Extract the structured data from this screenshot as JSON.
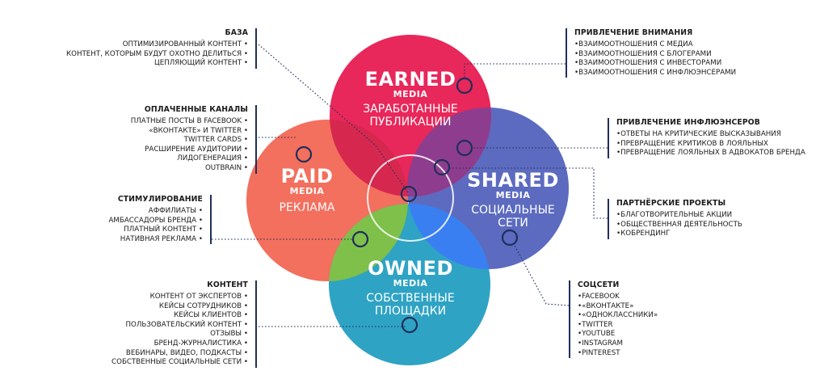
{
  "circles": {
    "earned": {
      "title": "EARNED",
      "subtitle": "MEDIA",
      "name_lines": [
        "ЗАРАБОТАННЫЕ",
        "ПУБЛИКАЦИИ"
      ],
      "color": "#e8275a"
    },
    "paid": {
      "title": "PAID",
      "subtitle": "MEDIA",
      "name": "РЕКЛАМА",
      "color": "#f36f5e"
    },
    "shared": {
      "title": "SHARED",
      "subtitle": "MEDIA",
      "name_lines": [
        "СОЦИАЛЬНЫЕ",
        "СЕТИ"
      ],
      "color": "#5c6bc0"
    },
    "owned": {
      "title": "OWNED",
      "subtitle": "MEDIA",
      "name_lines": [
        "СОБСТВЕННЫЕ",
        "ПЛОЩАДКИ"
      ],
      "color": "#2fa3c4"
    }
  },
  "colors": {
    "line": "#1f2f5a",
    "overlap_paid_owned": "#7ec04a",
    "overlap_shared_owned": "#3a7ff2",
    "overlap_earned_paid": "#d6284f",
    "overlap_earned_shared": "#8e3d8e"
  },
  "left_blocks": [
    {
      "heading": "БАЗА",
      "items": [
        "ОПТИМИЗИРОВАННЫЙ КОНТЕНТ",
        "КОНТЕНТ, КОТОРЫМ БУДУТ ОХОТНО ДЕЛИТЬСЯ",
        "ЦЕПЛЯЮЩИЙ КОНТЕНТ"
      ]
    },
    {
      "heading": "ОПЛАЧЕННЫЕ КАНАЛЫ",
      "items": [
        "ПЛАТНЫЕ ПОСТЫ В FACEBOOK",
        "«ВКОНТАКТЕ» И TWITTER",
        "TWITTER CARDS",
        "РАСШИРЕНИЕ АУДИТОРИИ",
        "ЛИДОГЕНЕРАЦИЯ",
        "OUTBRAIN"
      ]
    },
    {
      "heading": "СТИМУЛИРОВАНИЕ",
      "items": [
        "АФФИЛИАТЫ",
        "АМБАССАДОРЫ БРЕНДА",
        "ПЛАТНЫЙ КОНТЕНТ",
        "НАТИВНАЯ РЕКЛАМА"
      ]
    },
    {
      "heading": "КОНТЕНТ",
      "items": [
        "КОНТЕНТ ОТ ЭКСПЕРТОВ",
        "КЕЙСЫ СОТРУДНИКОВ",
        "КЕЙСЫ КЛИЕНТОВ",
        "ПОЛЬЗОВАТЕЛЬСКИЙ КОНТЕНТ",
        "ОТЗЫВЫ",
        "БРЕНД-ЖУРНАЛИСТИКА",
        "ВЕБИНАРЫ, ВИДЕО, ПОДКАСТЫ",
        "СОБСТВЕННЫЕ СОЦИАЛЬНЫЕ СЕТИ"
      ]
    }
  ],
  "right_blocks": [
    {
      "heading": "ПРИВЛЕЧЕНИЕ ВНИМАНИЯ",
      "items": [
        "ВЗАИМООТНОШЕНИЯ С МЕДИА",
        "ВЗАИМООТНОШЕНИЯ С БЛОГЕРАМИ",
        "ВЗАИМООТНОШЕНИЯ С ИНВЕСТОРАМИ",
        "ВЗАИМООТНОШЕНИЯ С ИНФЛЮЭНСЕРАМИ"
      ]
    },
    {
      "heading": "ПРИВЛЕЧЕНИЕ ИНФЛЮЭНСЕРОВ",
      "items": [
        "ОТВЕТЫ НА КРИТИЧЕСКИЕ ВЫСКАЗЫВАНИЯ",
        "ПРЕВРАЩЕНИЕ КРИТИКОВ В ЛОЯЛЬНЫХ",
        "ПРЕВРАЩЕНИЕ ЛОЯЛЬНЫХ В АДВОКАТОВ БРЕНДА"
      ]
    },
    {
      "heading": "ПАРТНЁРСКИЕ ПРОЕКТЫ",
      "items": [
        "БЛАГОТВОРИТЕЛЬНЫЕ АКЦИИ",
        "ОБЩЕСТВЕННАЯ ДЕЯТЕЛЬНОСТЬ",
        "КОБРЕНДИНГ"
      ]
    },
    {
      "heading": "СОЦСЕТИ",
      "items": [
        "FACEBOOK",
        "«ВКОНТАКТЕ»",
        "«ОДНОКЛАССНИКИ»",
        "TWITTER",
        "YOUTUBE",
        "INSTAGRAM",
        "PINTEREST"
      ]
    }
  ]
}
